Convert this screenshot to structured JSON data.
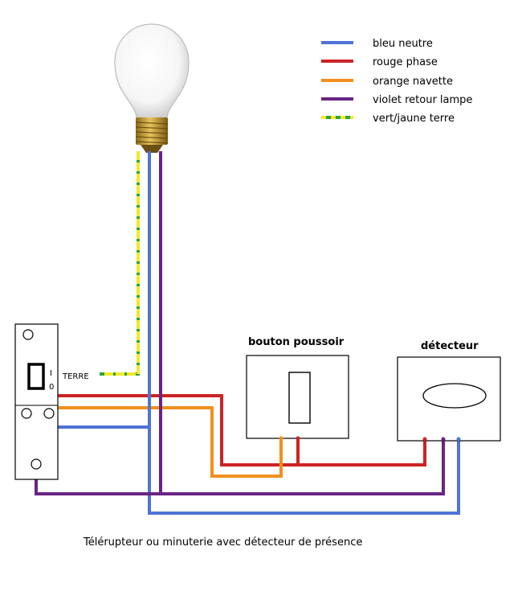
{
  "legend": [
    {
      "label": "bleu neutre",
      "color": "#4f74d6"
    },
    {
      "label": "rouge phase",
      "color": "#cc2424"
    },
    {
      "label": "orange navette",
      "color": "#f0901e"
    },
    {
      "label": "violet retour lampe",
      "color": "#6a2482"
    },
    {
      "label": "vert/jaune terre",
      "color": "#2ea43a",
      "dash_color": "#f2e82a"
    }
  ],
  "labels": {
    "push_button": "bouton poussoir",
    "detector": "détecteur",
    "earth": "TERRE",
    "switch_on": "I",
    "switch_off": "0",
    "caption": "Télérupteur ou minuterie avec détecteur de présence"
  },
  "icons": {
    "lamp": "light-bulb-icon",
    "push_button": "push-button-icon",
    "detector": "motion-detector-icon",
    "relay": "relay-module-icon"
  }
}
